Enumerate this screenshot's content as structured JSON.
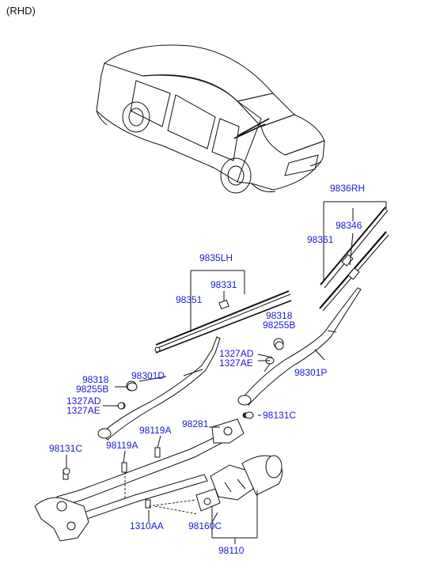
{
  "variant_label": "(RHD)",
  "callouts": [
    {
      "id": "c-9836rh",
      "text": "9836RH"
    },
    {
      "id": "c-98346",
      "text": "98346"
    },
    {
      "id": "c-98361",
      "text": "98361"
    },
    {
      "id": "c-9835lh",
      "text": "9835LH"
    },
    {
      "id": "c-98331",
      "text": "98331"
    },
    {
      "id": "c-98351",
      "text": "98351"
    },
    {
      "id": "c-98318-r",
      "text": "98318"
    },
    {
      "id": "c-98255b-r",
      "text": "98255B"
    },
    {
      "id": "c-1327ad-r",
      "text": "1327AD"
    },
    {
      "id": "c-1327ae-r",
      "text": "1327AE"
    },
    {
      "id": "c-98301p",
      "text": "98301P"
    },
    {
      "id": "c-98318-l",
      "text": "98318"
    },
    {
      "id": "c-98255b-l",
      "text": "98255B"
    },
    {
      "id": "c-98301d",
      "text": "98301D"
    },
    {
      "id": "c-1327ad-l",
      "text": "1327AD"
    },
    {
      "id": "c-1327ae-l",
      "text": "1327AE"
    },
    {
      "id": "c-98131c-r",
      "text": "98131C"
    },
    {
      "id": "c-98281",
      "text": "98281"
    },
    {
      "id": "c-98119a-1",
      "text": "98119A"
    },
    {
      "id": "c-98119a-2",
      "text": "98119A"
    },
    {
      "id": "c-98131c-l",
      "text": "98131C"
    },
    {
      "id": "c-1310aa",
      "text": "1310AA"
    },
    {
      "id": "c-98160c",
      "text": "98160C"
    },
    {
      "id": "c-98110",
      "text": "98110"
    }
  ],
  "colors": {
    "part_number": "#1a1ad6",
    "line_art": "#111111",
    "background": "#ffffff"
  }
}
